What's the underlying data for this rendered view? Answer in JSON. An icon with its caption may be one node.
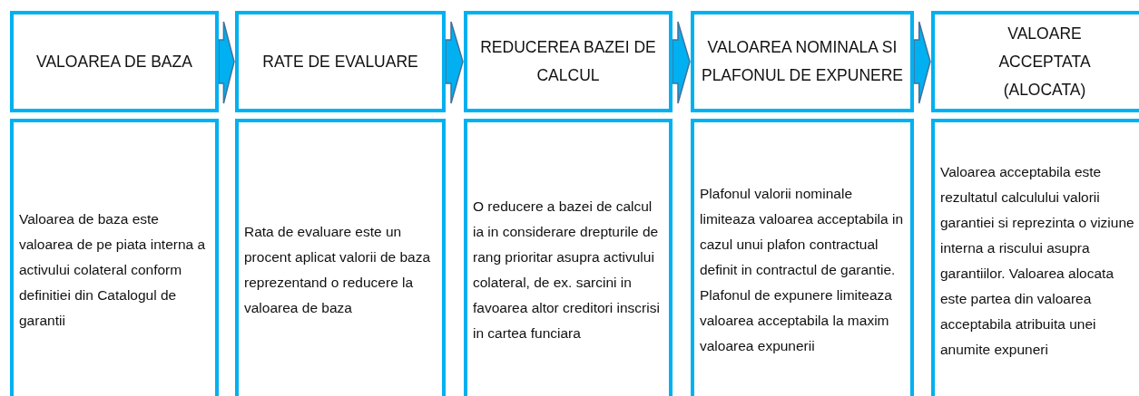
{
  "diagram": {
    "nodes": [
      {
        "text": [
          "VALOAREA DE BAZA"
        ]
      },
      {
        "text": [
          "RATE DE EVALUARE"
        ]
      },
      {
        "text": [
          "REDUCEREA BAZEI DE CALCUL"
        ]
      },
      {
        "text": [
          "VALOAREA NOMINALA SI PLAFONUL DE EXPUNERE"
        ]
      },
      {
        "text": [
          "VALOARE ACCEPTATA (ALOCATA)"
        ]
      },
      {
        "text": [
          "Valoarea de baza este valoarea de pe piata interna a activului colateral conform definitiei din Catalogul de garantii"
        ]
      },
      {
        "text": [
          "Rata de evaluare este un procent aplicat valorii de baza reprezentand o reducere la valoarea de baza"
        ]
      },
      {
        "text": [
          "O reducere a bazei de calcul ia in considerare drepturile de rang prioritar asupra activului colateral, de ex. sarcini in favoarea altor creditori inscrisi in cartea funciara"
        ]
      },
      {
        "text": [
          "Plafonul valorii nominale limiteaza valoarea acceptabila in cazul unui plafon contractual definit in contractul de garantie. Plafonul de expunere limiteaza valoarea acceptabila la maxim valoarea expunerii"
        ]
      },
      {
        "text": [
          "Valoarea acceptabila este rezultatul calculului valorii garantiei si reprezinta o viziune interna a riscului asupra garantiilor. Valoarea alocata este partea din valoarea acceptabila atribuita unei anumite expuneri"
        ]
      }
    ],
    "edges": [
      {
        "from": 0,
        "to": 1,
        "arrow": "to"
      },
      {
        "from": 1,
        "to": 2,
        "arrow": "to"
      },
      {
        "from": 2,
        "to": 3,
        "arrow": "to"
      },
      {
        "from": 3,
        "to": 4,
        "arrow": "to"
      }
    ]
  }
}
